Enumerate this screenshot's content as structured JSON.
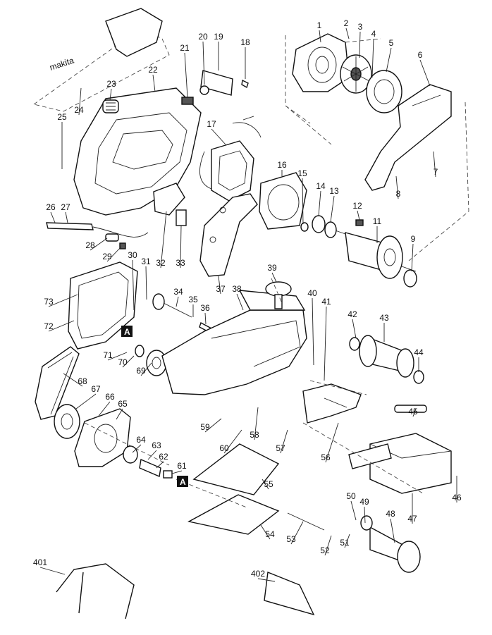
{
  "diagram": {
    "logo_text": "makita",
    "marker_letter": "A",
    "part_numbers": [
      "1",
      "2",
      "3",
      "4",
      "5",
      "6",
      "7",
      "8",
      "9",
      "11",
      "12",
      "13",
      "14",
      "15",
      "16",
      "17",
      "18",
      "19",
      "20",
      "21",
      "22",
      "23",
      "24",
      "25",
      "26",
      "27",
      "28",
      "29",
      "30",
      "31",
      "32",
      "33",
      "34",
      "35",
      "36",
      "37",
      "38",
      "39",
      "40",
      "41",
      "42",
      "43",
      "44",
      "45",
      "46",
      "47",
      "48",
      "49",
      "50",
      "51",
      "52",
      "53",
      "54",
      "55",
      "56",
      "57",
      "58",
      "59",
      "60",
      "61",
      "62",
      "63",
      "64",
      "65",
      "66",
      "67",
      "68",
      "69",
      "70",
      "71",
      "72",
      "73",
      "401",
      "402"
    ]
  }
}
